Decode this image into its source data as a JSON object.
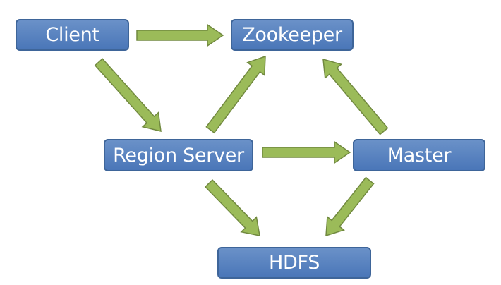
{
  "diagram": {
    "nodes": {
      "client": "Client",
      "zookeeper": "Zookeeper",
      "region_server": "Region Server",
      "master": "Master",
      "hdfs": "HDFS"
    },
    "edges": [
      {
        "from": "Client",
        "to": "Zookeeper"
      },
      {
        "from": "Client",
        "to": "Region Server"
      },
      {
        "from": "Region Server",
        "to": "Zookeeper"
      },
      {
        "from": "Region Server",
        "to": "Master"
      },
      {
        "from": "Region Server",
        "to": "HDFS"
      },
      {
        "from": "Master",
        "to": "Zookeeper"
      },
      {
        "from": "Master",
        "to": "HDFS"
      }
    ],
    "colors": {
      "node_fill": "#4f7ebf",
      "node_border": "#3e6599",
      "node_text": "#ffffff",
      "arrow_fill": "#9bbb59",
      "arrow_border": "#71893f"
    }
  }
}
